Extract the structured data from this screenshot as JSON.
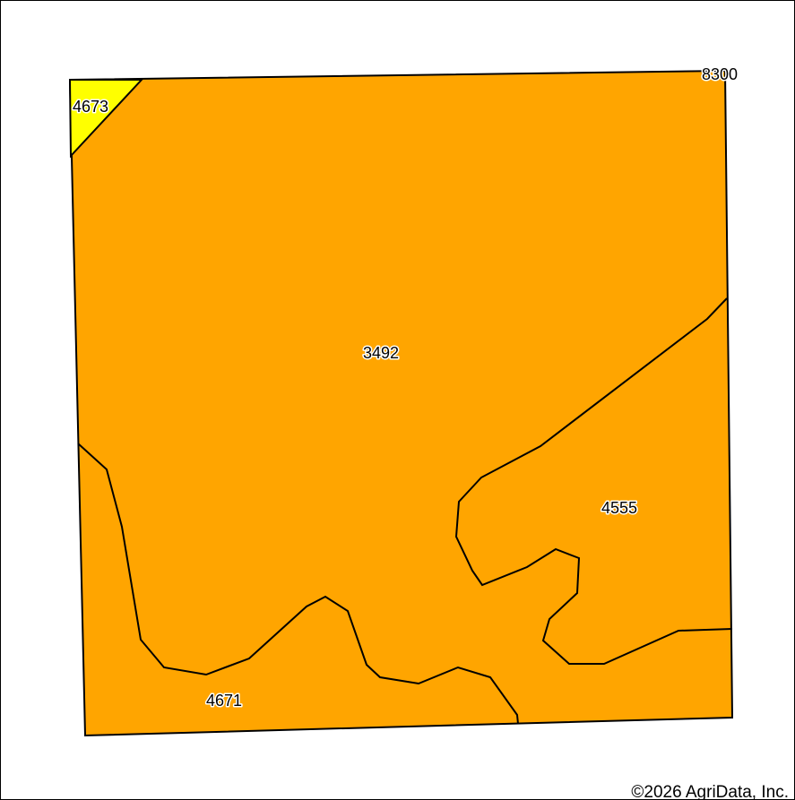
{
  "map": {
    "colors": {
      "background": "#ffffff",
      "border": "#000000",
      "soil_primary": "#ffa500",
      "soil_secondary": "#ffff00"
    },
    "units": [
      {
        "symbol": "3492",
        "fill": "#ffa500"
      },
      {
        "symbol": "4555",
        "fill": "#ffa500"
      },
      {
        "symbol": "4671",
        "fill": "#ffa500"
      },
      {
        "symbol": "4673",
        "fill": "#ffff00"
      },
      {
        "symbol": "8300",
        "fill": "#ffa500"
      }
    ],
    "copyright": "©2026 AgriData, Inc."
  }
}
